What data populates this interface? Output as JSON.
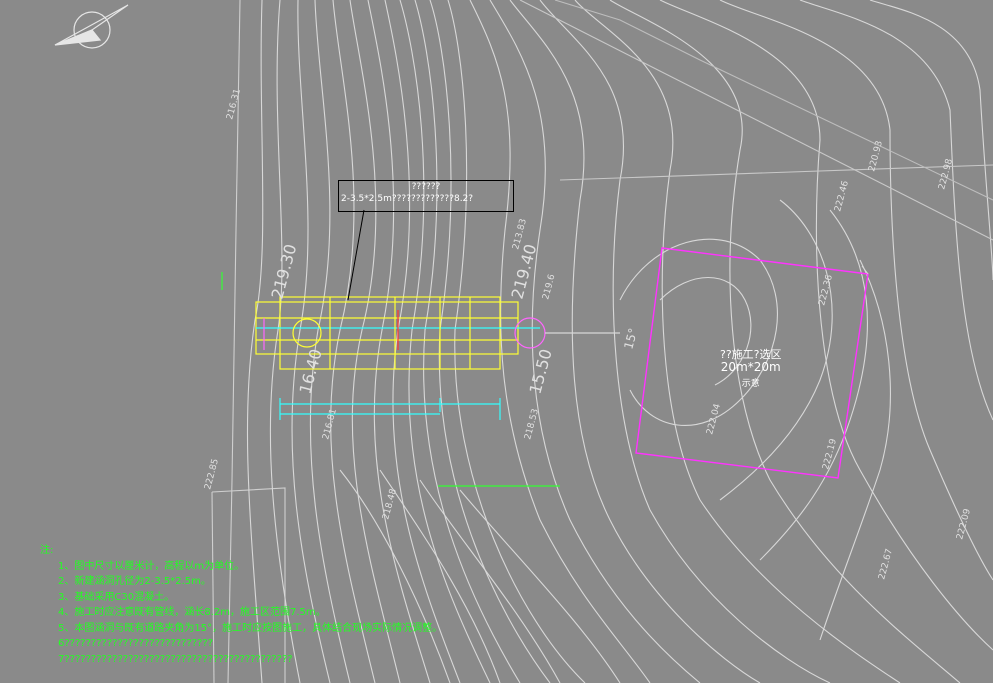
{
  "callout": {
    "line1": "??????",
    "line2": "2-3.5*2.5m?????????????8.2?"
  },
  "work_area": {
    "title": "??施工?选区",
    "size": "20m*20m",
    "note": "示意"
  },
  "angle_label": "15°",
  "elevations": [
    "219.30",
    "219.40",
    "15.50",
    "16.40",
    "216.31",
    "218.53",
    "220.93",
    "222.98",
    "222.46",
    "222.04",
    "222.36",
    "222.19",
    "222.09",
    "222.85",
    "222.67",
    "213.83",
    "218.48",
    "216.81",
    "219.6"
  ],
  "notes": {
    "header": "注:",
    "items": [
      "1、图中尺寸以厘米计，高程以m为单位。",
      "2、新建涵洞孔径为2-3.5*2.5m。",
      "3、基础采用C30混凝土。",
      "4、施工时应注意既有管线，涵长8.2m，施工区范围7.5m。",
      "5、本图涵洞与既有道路夹角为15°，施工时应按图施工，具体结合现场实际情况调整。",
      "6????????????????????????????",
      "7???????????????????????????????????????????"
    ]
  }
}
